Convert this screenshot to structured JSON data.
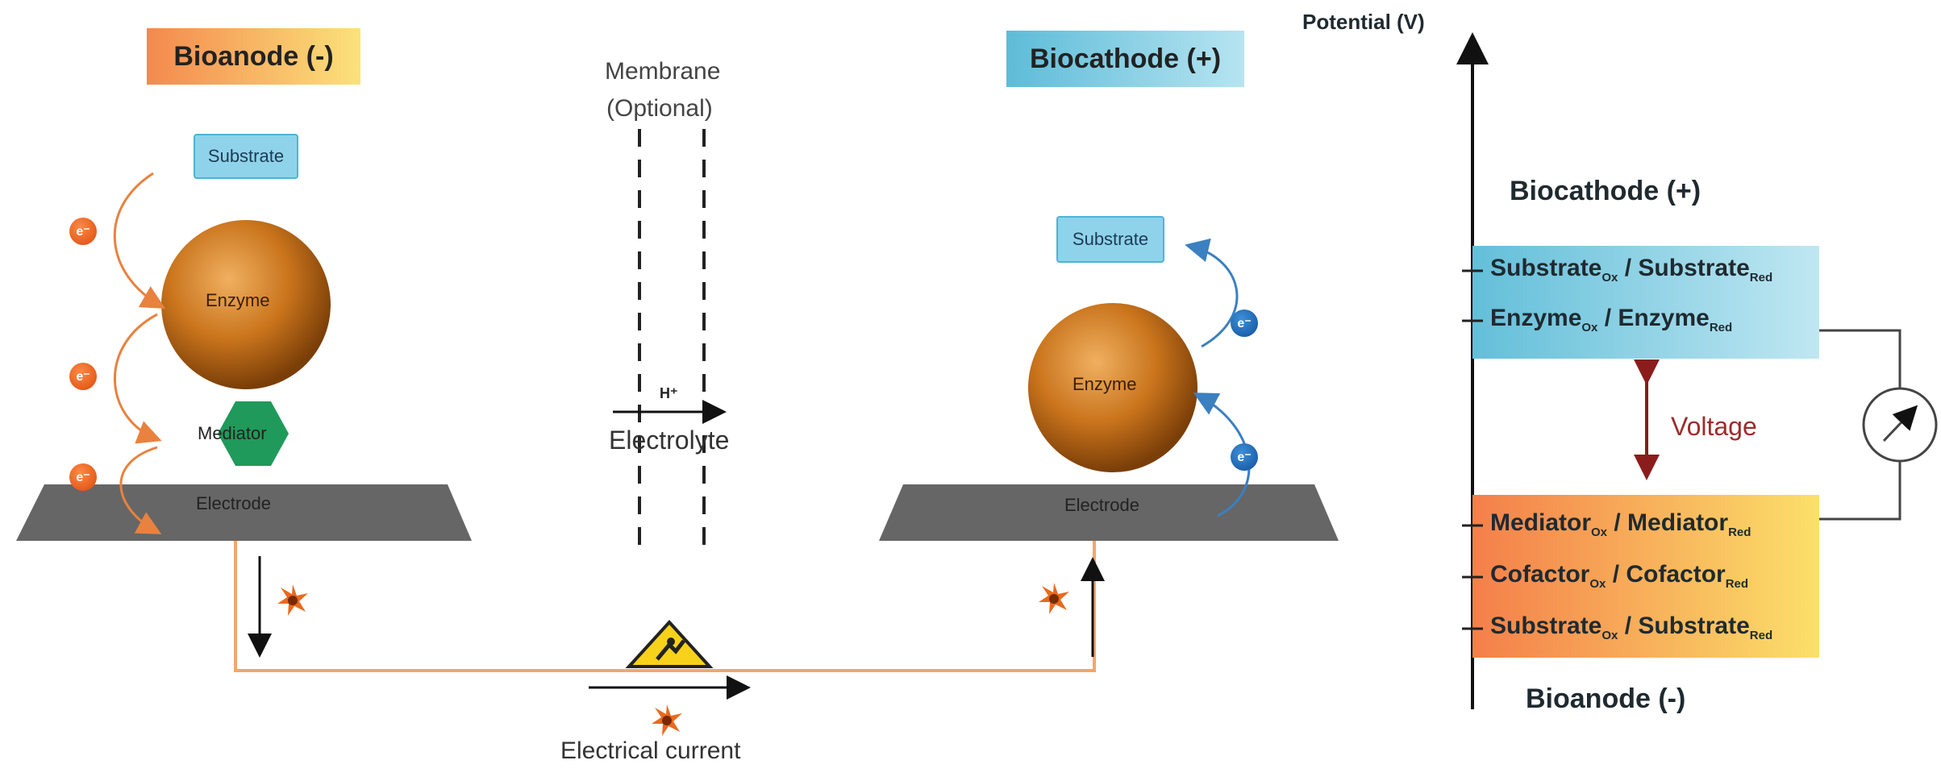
{
  "left_cell": {
    "title": "Bioanode (-)",
    "substrate": "Substrate",
    "enzyme": "Enzyme",
    "mediator": "Mediator",
    "electrode": "Electrode",
    "electron": "e⁻"
  },
  "middle": {
    "membrane_line1": "Membrane",
    "membrane_line2": "(Optional)",
    "proton": "H⁺",
    "electrolyte": "Electrolyte",
    "current_label": "Electrical current"
  },
  "right_cell": {
    "title": "Biocathode (+)",
    "substrate": "Substrate",
    "enzyme": "Enzyme",
    "electrode": "Electrode",
    "electron": "e⁻"
  },
  "potential_diagram": {
    "axis_label": "Potential (V)",
    "top_label": "Biocathode (+)",
    "bottom_label": "Bioanode (-)",
    "voltage_label": "Voltage",
    "cathode_couples": [
      {
        "a": "Substrate",
        "a_sub": "Ox",
        "b": "Substrate",
        "b_sub": "Red"
      },
      {
        "a": "Enzyme",
        "a_sub": "Ox",
        "b": "Enzyme",
        "b_sub": "Red"
      }
    ],
    "anode_couples": [
      {
        "a": "Mediator",
        "a_sub": "Ox",
        "b": "Mediator",
        "b_sub": "Red"
      },
      {
        "a": "Cofactor",
        "a_sub": "Ox",
        "b": "Cofactor",
        "b_sub": "Red"
      },
      {
        "a": "Substrate",
        "a_sub": "Ox",
        "b": "Substrate",
        "b_sub": "Red"
      }
    ]
  },
  "colors": {
    "anode_gradient_start": "#f47f4a",
    "anode_gradient_end": "#fbe06a",
    "cathode_box": "#8cd2e6",
    "electrode": "#666666",
    "wire": "#f2a66c",
    "voltage_arrow": "#8b1c1c",
    "mediator": "#1f9a5a",
    "enzyme": "#c9741c"
  }
}
